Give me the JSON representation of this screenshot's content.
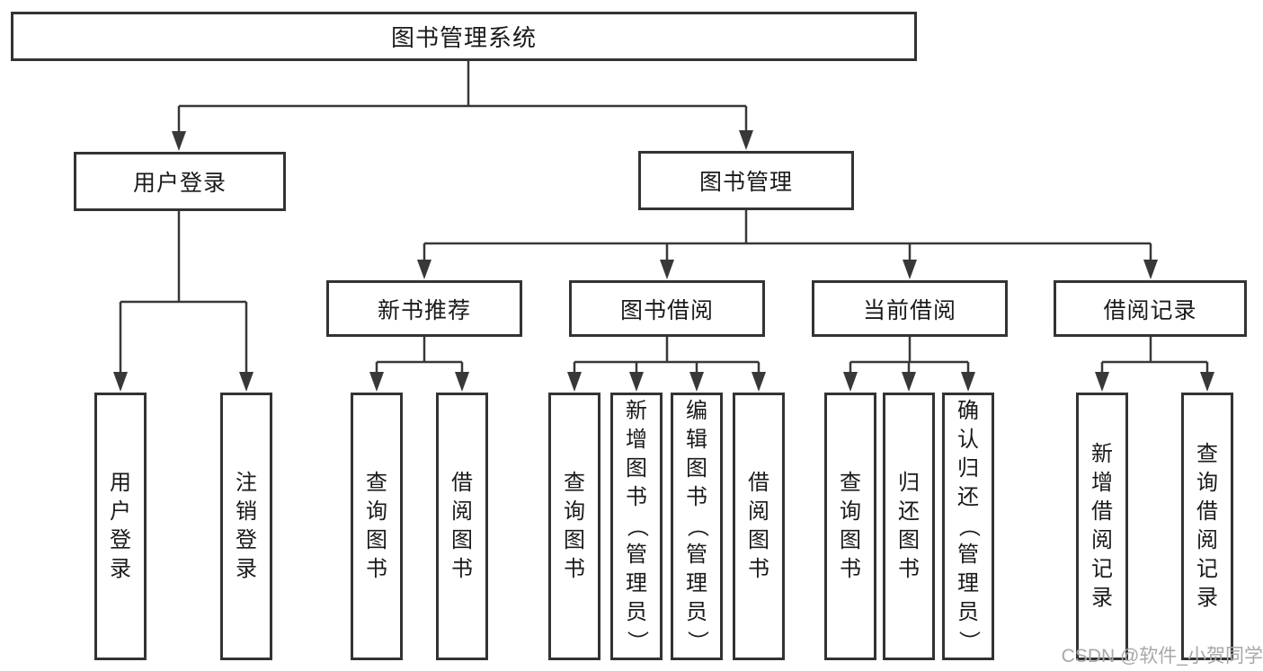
{
  "diagram": {
    "root": {
      "label": "图书管理系统"
    },
    "level2": [
      {
        "label": "用户登录"
      },
      {
        "label": "图书管理"
      }
    ],
    "level3": [
      {
        "label": "新书推荐"
      },
      {
        "label": "图书借阅"
      },
      {
        "label": "当前借阅"
      },
      {
        "label": "借阅记录"
      }
    ],
    "leaves": {
      "user_login": [
        "用户登录",
        "注销登录"
      ],
      "new_book_recommend": [
        "查询图书",
        "借阅图书"
      ],
      "book_borrowing": [
        "查询图书",
        "新增图书（管理员）",
        "编辑图书（管理员）",
        "借阅图书"
      ],
      "current_borrowing": [
        "查询图书",
        "归还图书",
        "确认归还（管理员）"
      ],
      "borrowing_records": [
        "新增借阅记录",
        "查询借阅记录"
      ]
    }
  },
  "watermark": "CSDN @软件_小贺同学",
  "colors": {
    "line": "#383838",
    "box_border": "#333333",
    "text": "#1a1a1a",
    "watermark": "#a8a8a8",
    "background": "#ffffff"
  }
}
